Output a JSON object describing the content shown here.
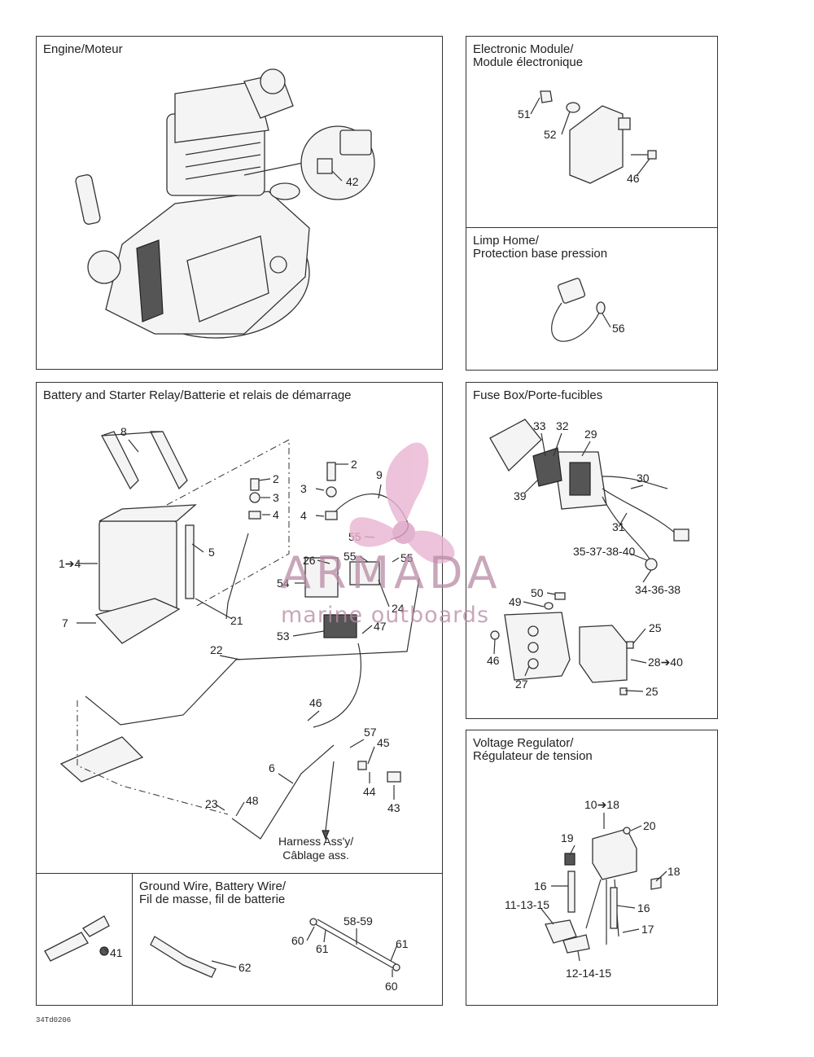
{
  "panels": {
    "engine": {
      "title": "Engine/Moteur",
      "labels": [
        "42"
      ]
    },
    "module": {
      "title": "Electronic Module/\nModule électronique",
      "labels": [
        "51",
        "52",
        "46"
      ]
    },
    "limp": {
      "title": "Limp Home/\nProtection base pression",
      "labels": [
        "56"
      ]
    },
    "battery": {
      "title": "Battery and Starter Relay/Batterie et relais de démarrage",
      "labels": [
        "8",
        "2",
        "3",
        "4",
        "2",
        "3",
        "4",
        "9",
        "5",
        "1➔4",
        "7",
        "21",
        "22",
        "26",
        "55",
        "55",
        "55",
        "54",
        "24",
        "53",
        "47",
        "46",
        "57",
        "45",
        "6",
        "44",
        "43",
        "23",
        "48"
      ],
      "harness": "Harness Ass'y/\nCâblage ass."
    },
    "fuse": {
      "title": "Fuse Box/Porte-fucibles",
      "labels": [
        "33",
        "32",
        "29",
        "30",
        "39",
        "31",
        "35-37-38-40",
        "34-36-38",
        "50",
        "49",
        "25",
        "46",
        "28➔40",
        "27",
        "25"
      ]
    },
    "ground": {
      "title": "Ground Wire, Battery Wire/\nFil de masse, fil de batterie",
      "labels": [
        "41",
        "62",
        "58-59",
        "60",
        "61",
        "61",
        "60"
      ]
    },
    "regulator": {
      "title": "Voltage Regulator/\nRégulateur de tension",
      "labels": [
        "10➔18",
        "20",
        "19",
        "18",
        "16",
        "11-13-15",
        "16",
        "17",
        "12-14-15"
      ]
    }
  },
  "watermark": {
    "brand": "ARMADA",
    "tagline": "marine outboards"
  },
  "figure_code": "34Td0206"
}
